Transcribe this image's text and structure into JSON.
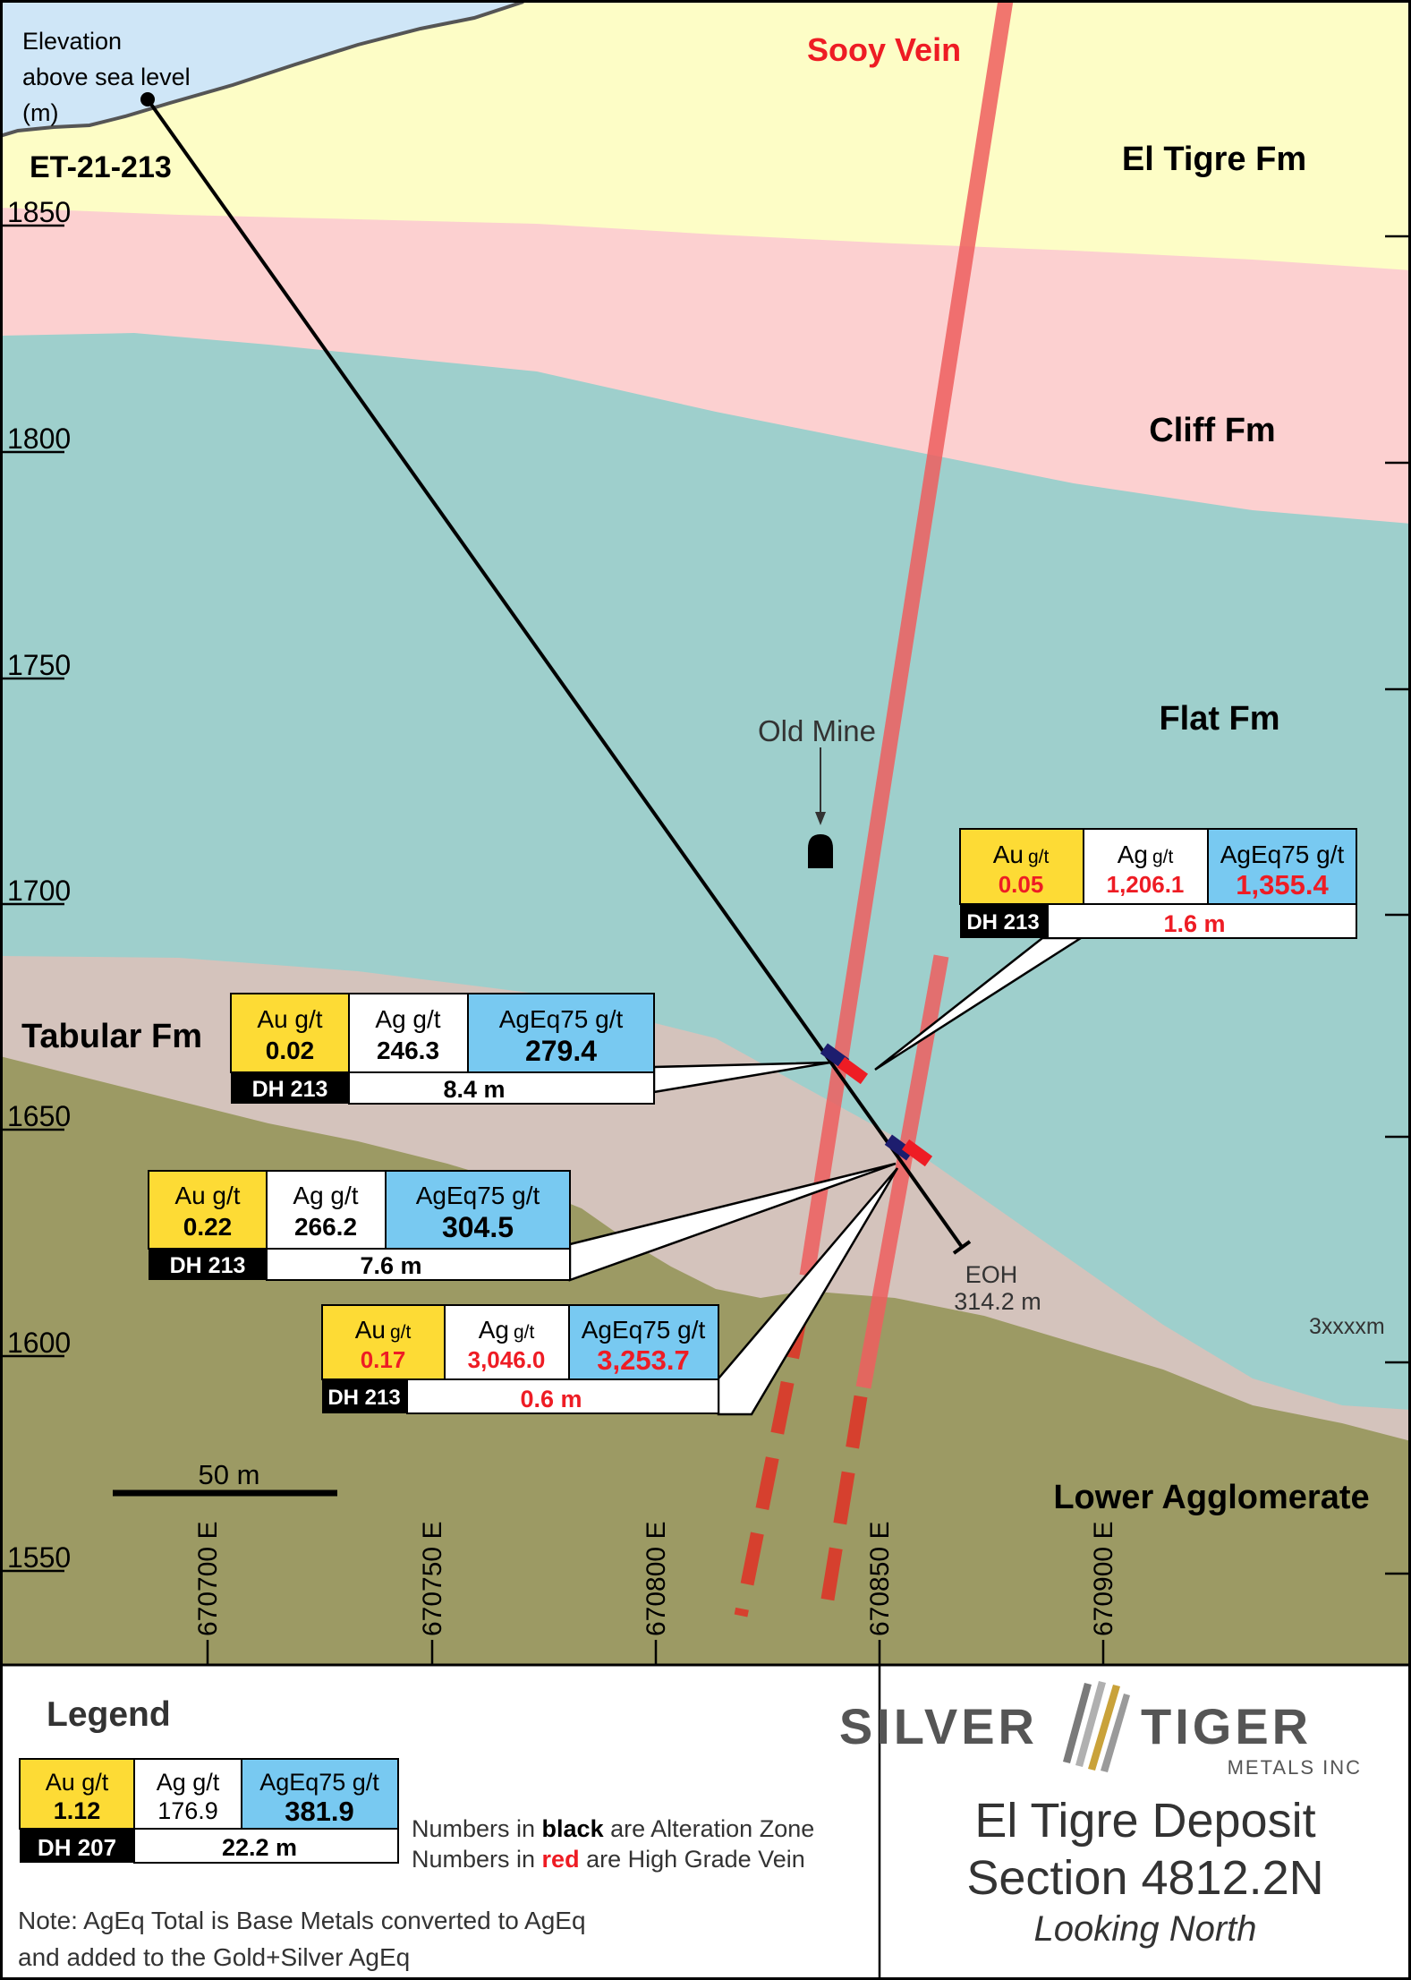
{
  "colors": {
    "sky": "#cfe6f7",
    "el_tigre": "#fdfdc6",
    "cliff": "#fcd0d0",
    "flat": "#9ecfcc",
    "tabular": "#d4c3bc",
    "lower_agglomerate": "#9c9a64",
    "vein": "#ef5f5f",
    "vein_dash": "#d6402e",
    "au_cell": "#fddb35",
    "ageq_cell": "#78c9f1",
    "high_grade_text": "#ee1c24",
    "dh_cell": "#000000",
    "alteration_mark": "#1d1d6e"
  },
  "elevation_axis": {
    "caption_lines": [
      "Elevation",
      "above sea level",
      "(m)"
    ],
    "ticks": [
      "1850",
      "1800",
      "1750",
      "1700",
      "1650",
      "1600",
      "1550"
    ]
  },
  "easting_axis": {
    "ticks": [
      "670700 E",
      "670750 E",
      "670800 E",
      "670850 E",
      "670900 E"
    ]
  },
  "formations": {
    "el_tigre": "El Tigre Fm",
    "cliff": "Cliff Fm",
    "flat": "Flat Fm",
    "tabular": "Tabular Fm",
    "lower_agglomerate": "Lower Agglomerate"
  },
  "labels": {
    "drillhole": "ET-21-213",
    "vein": "Sooy Vein",
    "old_mine": "Old Mine",
    "eoh": "EOH",
    "eoh_depth": "314.2 m",
    "stray": "3xxxxm",
    "scale_bar": "50 m"
  },
  "intercepts": [
    {
      "au_label": "Au g/t",
      "au": "0.02",
      "ag_label": "Ag g/t",
      "ag": "246.3",
      "ageq_label": "AgEq75 g/t",
      "ageq": "279.4",
      "hole": "DH 213",
      "length": "8.4 m",
      "type": "alteration"
    },
    {
      "au_label": "Au g/t",
      "au": "0.22",
      "ag_label": "Ag g/t",
      "ag": "266.2",
      "ageq_label": "AgEq75 g/t",
      "ageq": "304.5",
      "hole": "DH 213",
      "length": "7.6 m",
      "type": "alteration"
    },
    {
      "au_label": "Au",
      "unit": "g/t",
      "au": "0.05",
      "ag_label": "Ag",
      "ag": "1,206.1",
      "ageq_label": "AgEq75 g/t",
      "ageq": "1,355.4",
      "hole": "DH 213",
      "length": "1.6  m",
      "type": "vein"
    },
    {
      "au_label": "Au",
      "unit": "g/t",
      "au": "0.17",
      "ag_label": "Ag",
      "ag": "3,046.0",
      "ageq_label": "AgEq75 g/t",
      "ageq": "3,253.7",
      "hole": "DH 213",
      "length": "0.6  m",
      "type": "vein"
    }
  ],
  "legend": {
    "title": "Legend",
    "sample": {
      "au_label": "Au g/t",
      "au": "1.12",
      "ag_label": "Ag g/t",
      "ag": "176.9",
      "ageq_label": "AgEq75 g/t",
      "ageq": "381.9",
      "hole": "DH 207",
      "length": "22.2  m"
    },
    "key_black": {
      "pre": "Numbers in ",
      "word": "black",
      "post": " are Alteration Zone"
    },
    "key_red": {
      "pre": "Numbers in ",
      "word": "red",
      "post": " are High Grade Vein"
    },
    "note_lines": [
      "Note: AgEq Total is Base Metals converted to AgEq",
      "and added to the Gold+Silver AgEq"
    ]
  },
  "branding": {
    "logo_left": "SILVER",
    "logo_right": "TIGER",
    "logo_sub": "METALS INC",
    "title": "El Tigre Deposit",
    "section": "Section 4812.2N",
    "view": "Looking North"
  }
}
